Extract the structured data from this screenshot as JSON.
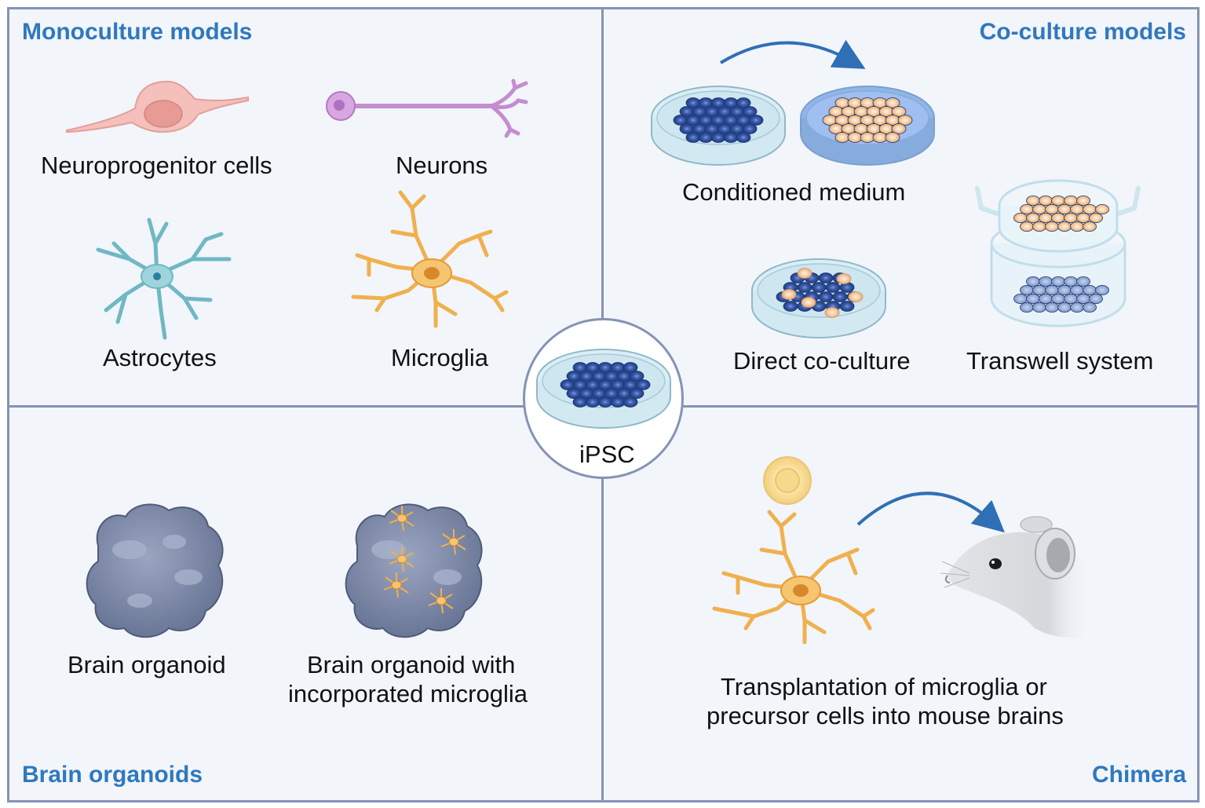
{
  "panels": {
    "monoculture": {
      "title": "Monoculture models",
      "items": [
        "Neuroprogenitor cells",
        "Neurons",
        "Astrocytes",
        "Microglia"
      ]
    },
    "coculture": {
      "title": "Co-culture models",
      "items": [
        "Conditioned medium",
        "Direct co-culture",
        "Transwell system"
      ]
    },
    "organoids": {
      "title": "Brain organoids",
      "items": [
        "Brain organoid",
        "Brain organoid with",
        "incorporated microglia"
      ]
    },
    "chimera": {
      "title": "Chimera",
      "caption_line1": "Transplantation of microglia or",
      "caption_line2": "precursor cells into mouse brains"
    }
  },
  "center": {
    "label": "iPSC"
  },
  "colors": {
    "panel_bg": "#f2f5fa",
    "border": "#8593b4",
    "title": "#2f78bf",
    "ipsc_cell": "#2c4f9a",
    "microglia": "#f0b04e",
    "astrocyte": "#6fb8c4",
    "neuron": "#c48dd0",
    "npc": "#f5b5b0",
    "organoid": "#7f8aa6",
    "arrow": "#2f6fb5"
  },
  "icons": [
    "neuroprogenitor-cell-icon",
    "neuron-icon",
    "astrocyte-icon",
    "microglia-icon",
    "petri-dish-icon",
    "transwell-icon",
    "brain-organoid-icon",
    "mouse-icon",
    "precursor-cell-icon",
    "arrow-icon"
  ]
}
